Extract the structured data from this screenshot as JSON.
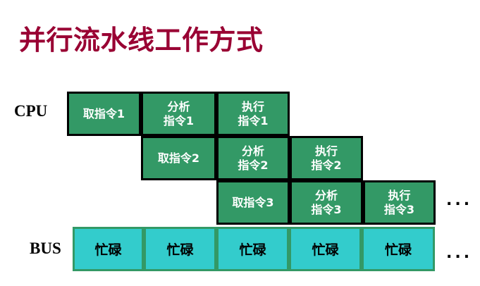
{
  "title": "并行流水线工作方式",
  "labels": {
    "cpu": "CPU",
    "bus": "BUS"
  },
  "pipeline": {
    "rows": [
      {
        "instruction": "1",
        "cells": [
          {
            "stage": "fetch",
            "text": "取指令1"
          },
          {
            "stage": "decode",
            "text": "分析\n指令1"
          },
          {
            "stage": "execute",
            "text": "执行\n指令1"
          }
        ]
      },
      {
        "instruction": "2",
        "cells": [
          {
            "stage": "fetch",
            "text": "取指令2"
          },
          {
            "stage": "decode",
            "text": "分析\n指令2"
          },
          {
            "stage": "execute",
            "text": "执行\n指令2"
          }
        ]
      },
      {
        "instruction": "3",
        "cells": [
          {
            "stage": "fetch",
            "text": "取指令3"
          },
          {
            "stage": "decode",
            "text": "分析\n指令3"
          },
          {
            "stage": "execute",
            "text": "执行\n指令3"
          }
        ]
      }
    ]
  },
  "bus": {
    "cells": [
      "忙碌",
      "忙碌",
      "忙碌",
      "忙碌",
      "忙碌"
    ]
  },
  "ellipsis": {
    "pipeline": "...",
    "bus": "..."
  },
  "colors": {
    "title": "#990033",
    "stage_fill": "#339966",
    "stage_border": "#000000",
    "stage_text": "#FFFFFF",
    "bus_fill": "#33CCCC",
    "bus_border": "#339966",
    "bus_text": "#000000"
  }
}
